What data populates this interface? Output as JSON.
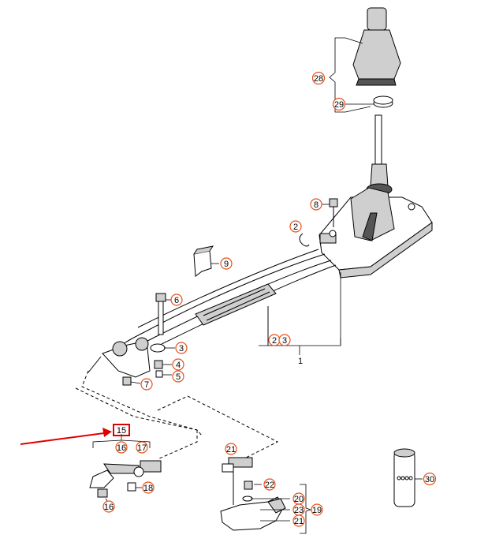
{
  "callouts": {
    "c1": "1",
    "c2": "2",
    "c23": "2",
    "c3b": "3",
    "c3": "3",
    "c4": "4",
    "c5": "5",
    "c6": "6",
    "c7": "7",
    "c8": "8",
    "c9": "9",
    "c15": "15",
    "c16a": "16",
    "c16b": "16",
    "c17": "17",
    "c18": "18",
    "c19": "19",
    "c20": "20",
    "c21a": "21",
    "c21b": "21",
    "c22": "22",
    "c23b": "23",
    "c28": "28",
    "c29": "29",
    "c30": "30"
  },
  "colors": {
    "callout_border": "#e8501a",
    "highlight_box": "#e00000",
    "arrow": "#e00000"
  },
  "highlight": {
    "target": "15"
  }
}
